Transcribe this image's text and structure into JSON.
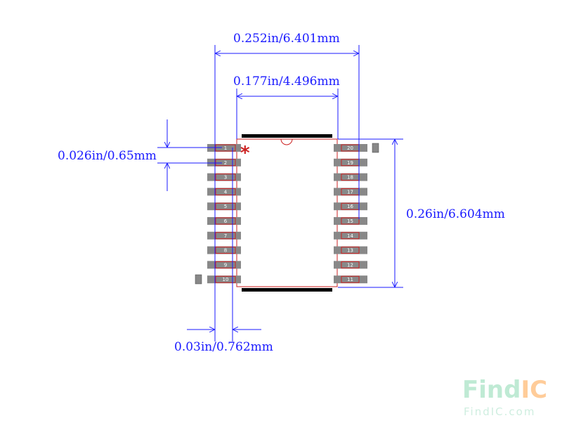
{
  "dimensions": {
    "overall_width": "0.252in/6.401mm",
    "body_width": "0.177in/4.496mm",
    "pitch": "0.026in/0.65mm",
    "height": "0.26in/6.604mm",
    "pad_width": "0.03in/0.762mm"
  },
  "pins": {
    "left": [
      "1",
      "2",
      "3",
      "4",
      "5",
      "6",
      "7",
      "8",
      "9",
      "10"
    ],
    "right": [
      "20",
      "19",
      "18",
      "17",
      "16",
      "15",
      "14",
      "13",
      "12",
      "11"
    ]
  },
  "pin1_marker": "*",
  "watermark": {
    "find": "Find",
    "ic": "IC",
    "url": "FindIC.com"
  },
  "colors": {
    "dimension": "#1a1aff",
    "pad": "#888888",
    "outline": "#cc2222",
    "silk": "#000000",
    "watermark_green": "#bfead4",
    "watermark_orange": "#ffcc99"
  }
}
